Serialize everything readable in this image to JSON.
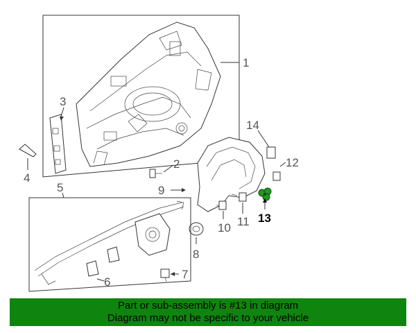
{
  "callouts": {
    "c1": "1",
    "c2": "2",
    "c3": "3",
    "c4": "4",
    "c5": "5",
    "c6": "6",
    "c7": "7",
    "c8": "8",
    "c9": "9",
    "c10": "10",
    "c11": "11",
    "c12": "12",
    "c13": "13",
    "c14": "14"
  },
  "highlight_part": "13",
  "banner": {
    "line1": "Part or sub-assembly is #13 in diagram",
    "line2": "Diagram may not be specific to your vehicle"
  },
  "colors": {
    "banner_bg": "#0f850f",
    "highlight_part": "#1f9a1f",
    "line": "#333333"
  }
}
